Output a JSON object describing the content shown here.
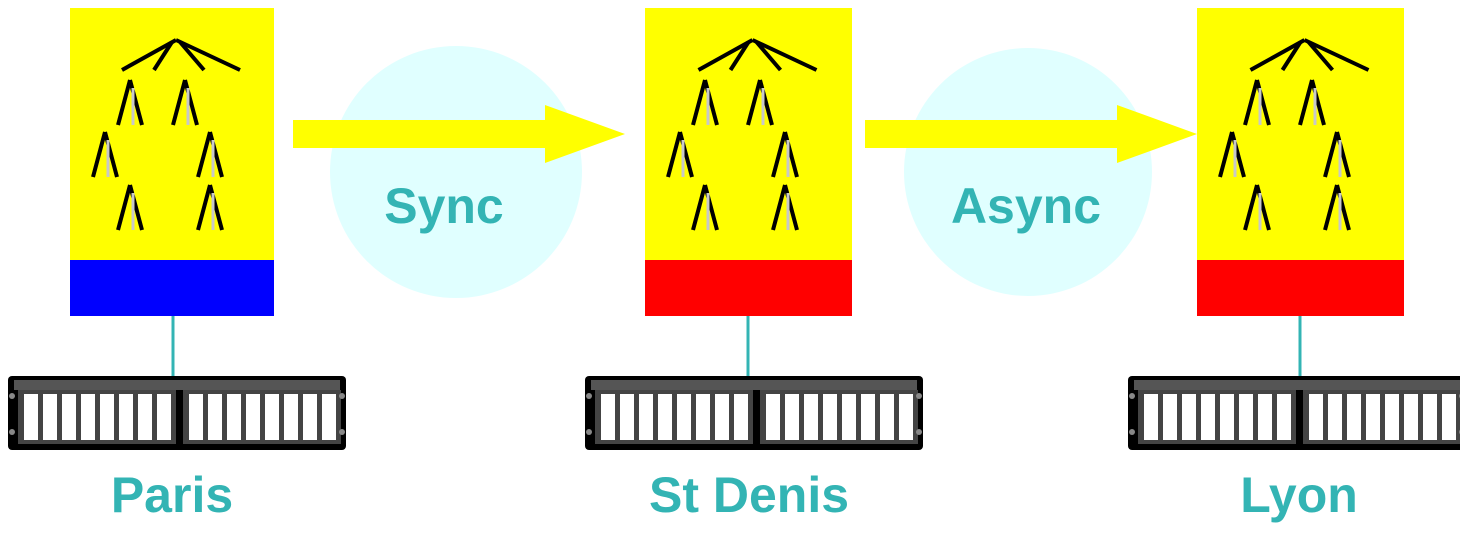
{
  "colors": {
    "doc_fill": "#ffff00",
    "primary_bar": "#0000ff",
    "replica_bar": "#ff0000",
    "label_text": "#33b4b4",
    "bubble": "#e0ffff",
    "arrow": "#ffff00",
    "connector": "#33b4b4",
    "server_body": "#000000",
    "server_slot": "#ffffff"
  },
  "sites": [
    {
      "name": "Paris",
      "role_color": "primary_bar",
      "icon": "document-tree-icon"
    },
    {
      "name": "St Denis",
      "role_color": "replica_bar",
      "icon": "document-tree-icon"
    },
    {
      "name": "Lyon",
      "role_color": "replica_bar",
      "icon": "document-tree-icon"
    }
  ],
  "links": [
    {
      "label": "Sync",
      "icon": "right-arrow-icon"
    },
    {
      "label": "Async",
      "icon": "right-arrow-icon"
    }
  ],
  "storage_icon": "disk-array-icon"
}
